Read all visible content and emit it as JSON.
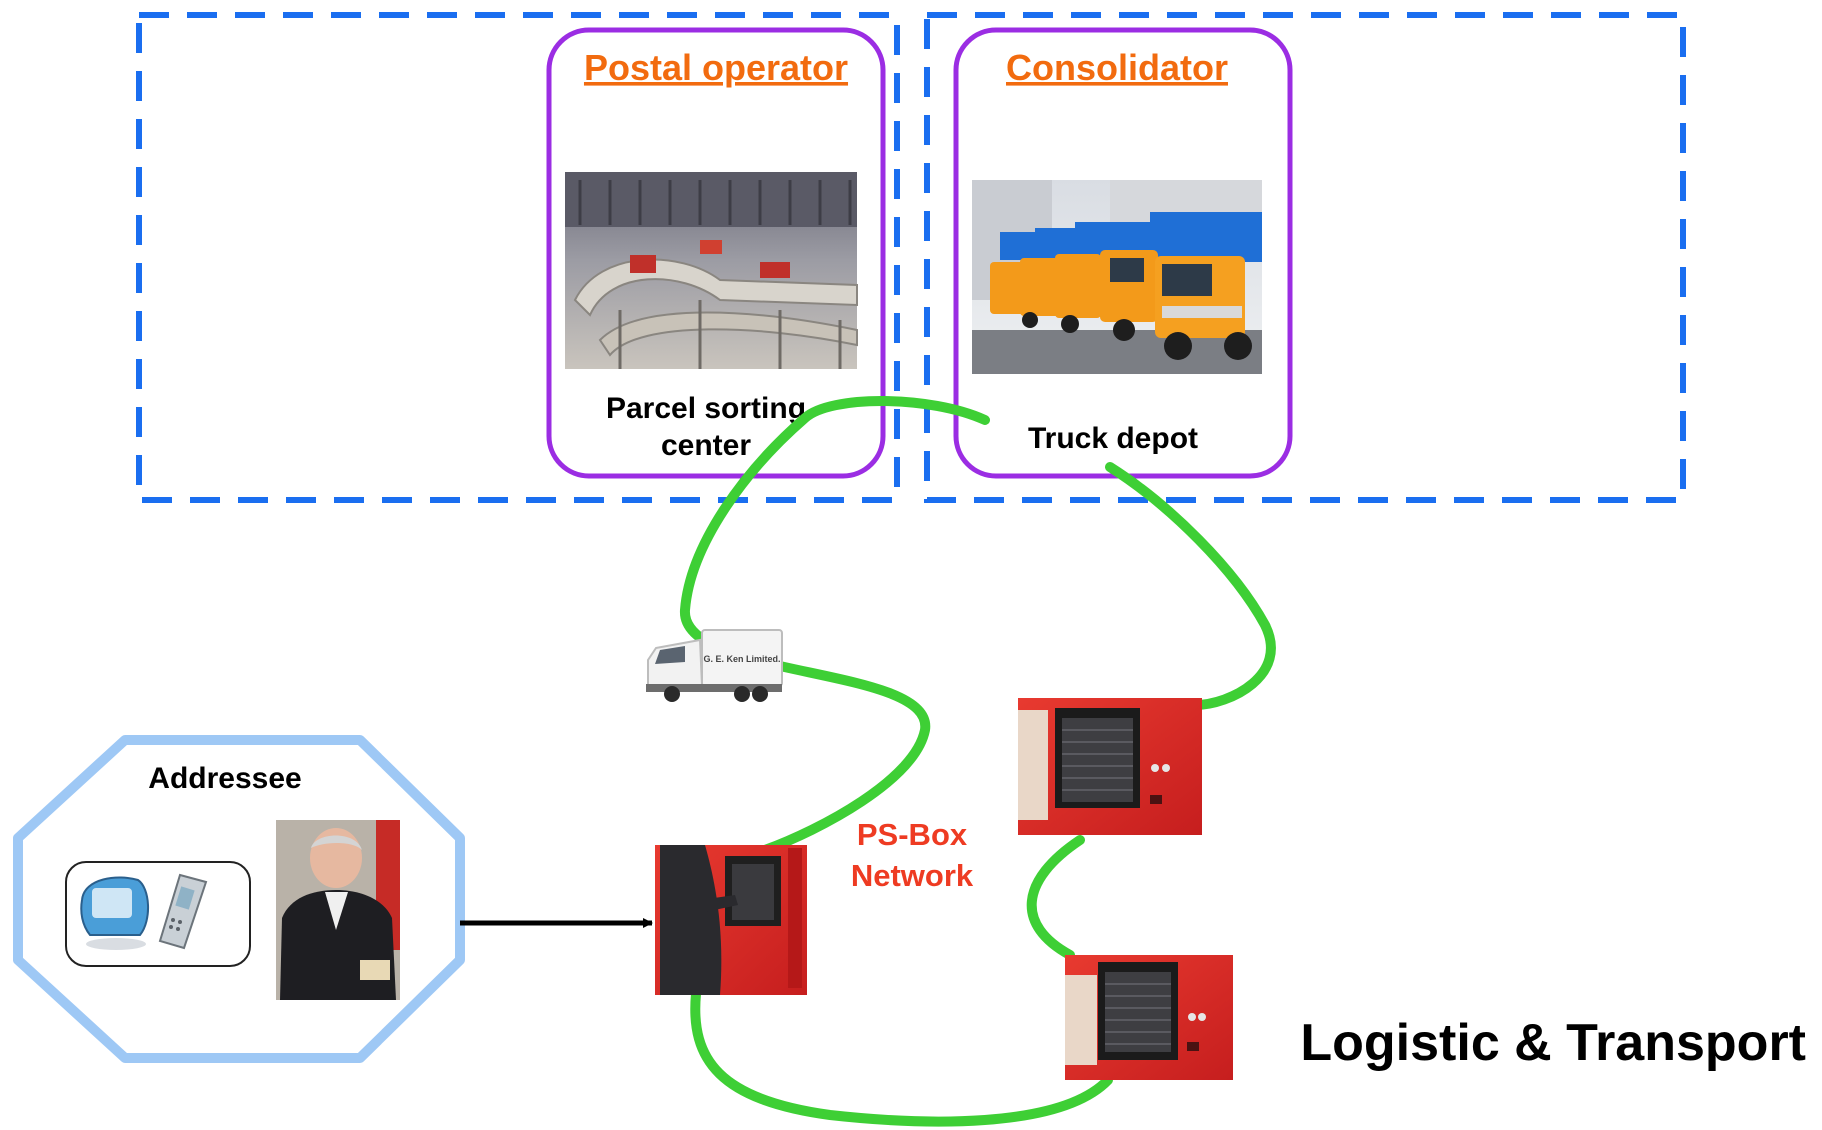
{
  "title": "Logistic & Transport",
  "postal_operator": {
    "heading": "Postal operator",
    "caption_line1": "Parcel sorting",
    "caption_line2": "center",
    "photo_icon": "conveyor-sorting-photo"
  },
  "consolidator": {
    "heading": "Consolidator",
    "caption": "Truck depot",
    "photo_icon": "truck-fleet-photo"
  },
  "addressee": {
    "heading": "Addressee",
    "devices_icon": "computer-and-phone-icon",
    "person_icon": "person-photo"
  },
  "network": {
    "label_line1": "PS-Box",
    "label_line2": "Network",
    "truck_logo_text": "G. E. Ken Limited."
  },
  "colors": {
    "dashed_border": "#1a6ef0",
    "panel_border": "#9b2de3",
    "heading_orange": "#f26b0f",
    "route_green": "#3ecf35",
    "addressee_border": "#9ec8f5",
    "box_red": "#e02a2a",
    "network_label": "#ee3b22"
  }
}
